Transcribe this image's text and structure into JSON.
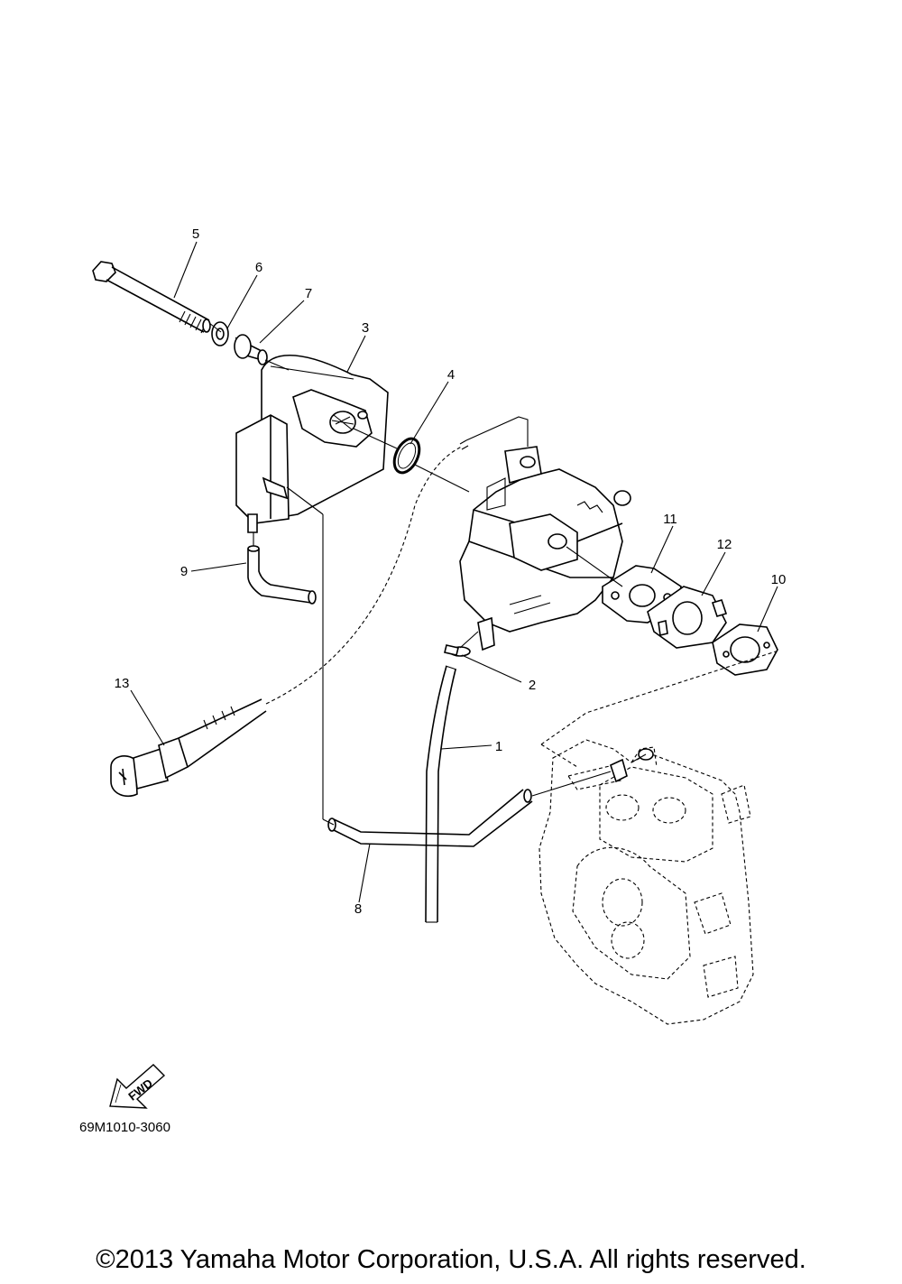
{
  "callouts": [
    "1",
    "2",
    "3",
    "4",
    "5",
    "6",
    "7",
    "8",
    "9",
    "10",
    "11",
    "12",
    "13"
  ],
  "fwd_label": "FWD",
  "part_number": "69M1010-3060",
  "copyright": "©2013 Yamaha Motor Corporation, U.S.A. All rights reserved."
}
